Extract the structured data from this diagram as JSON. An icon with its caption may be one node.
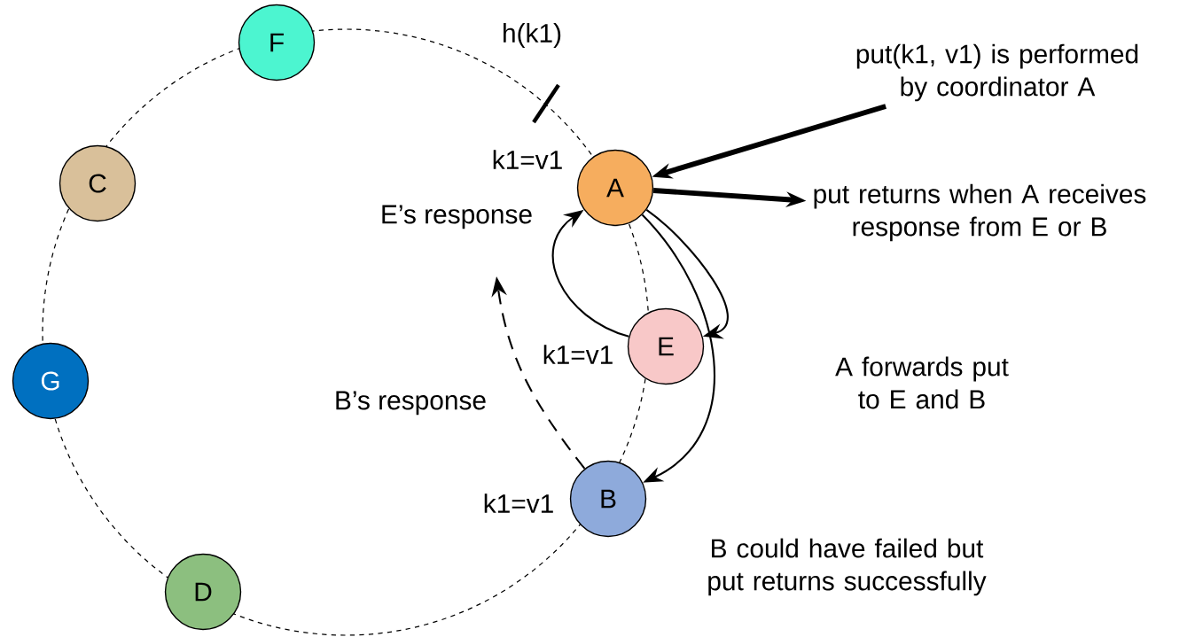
{
  "diagram": {
    "nodes": [
      {
        "text": [
          "A"
        ],
        "beside": [
          "k1=v1"
        ]
      },
      {
        "text": [
          "E"
        ],
        "beside": [
          "k1=v1"
        ]
      },
      {
        "text": [
          "B"
        ],
        "beside": [
          "k1=v1"
        ]
      },
      {
        "text": [
          "F"
        ]
      },
      {
        "text": [
          "C"
        ]
      },
      {
        "text": [
          "G"
        ]
      },
      {
        "text": [
          "D"
        ]
      },
      {
        "text": [
          "put(k1, v1) is performed by coordinator A"
        ]
      },
      {
        "text": [
          "put returns when A receives response from E or B"
        ]
      }
    ],
    "edges": [
      {
        "from": 7,
        "to": 0,
        "arrow": "to",
        "style": "thick"
      },
      {
        "from": 0,
        "to": 8,
        "arrow": "to",
        "style": "thick"
      },
      {
        "from": 0,
        "to": 1,
        "arrow": "to"
      },
      {
        "from": 0,
        "to": 2,
        "arrow": "to"
      },
      {
        "from": 1,
        "to": 0,
        "arrow": "to",
        "label": "E’s response"
      },
      {
        "from": 2,
        "to": null,
        "arrow": "to",
        "style": "dashed",
        "label": "B’s response"
      }
    ],
    "labels": [
      "h(k1)",
      "A forwards put to E and B",
      "B could have failed but put returns successfully"
    ]
  }
}
